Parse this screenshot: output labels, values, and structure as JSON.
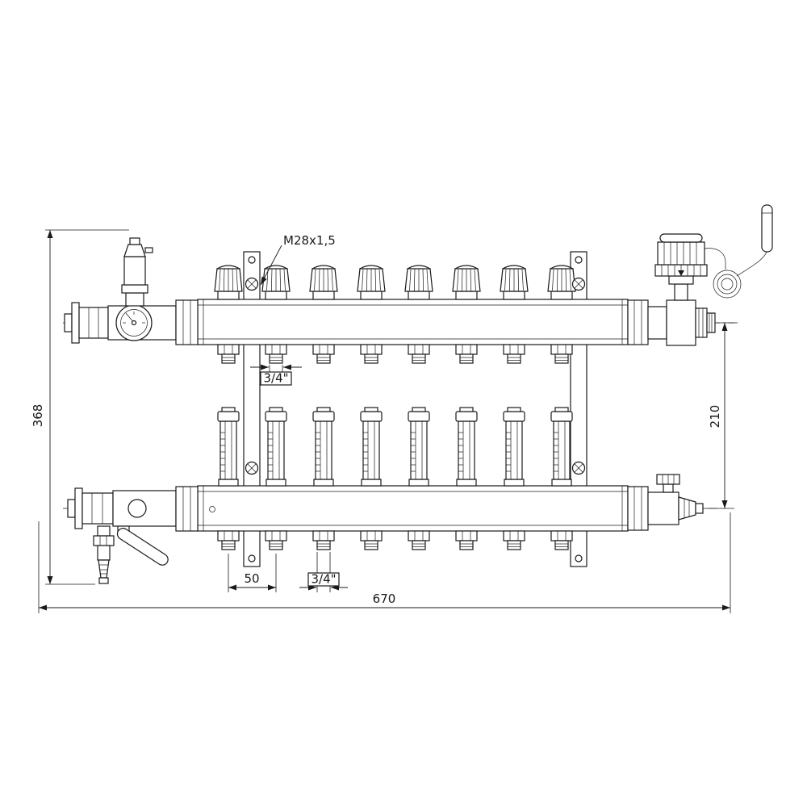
{
  "drawing": {
    "dimensions": {
      "total_width": "670",
      "total_height": "368",
      "center_distance": "210",
      "outlet_spacing": "50",
      "outlet_thread_top": "3/4\"",
      "outlet_thread_bottom": "3/4\"",
      "valve_thread": "M28x1,5"
    },
    "counts": {
      "outlets": 8
    },
    "colors": {
      "line": "#1a1a1a",
      "background": "#ffffff"
    }
  }
}
